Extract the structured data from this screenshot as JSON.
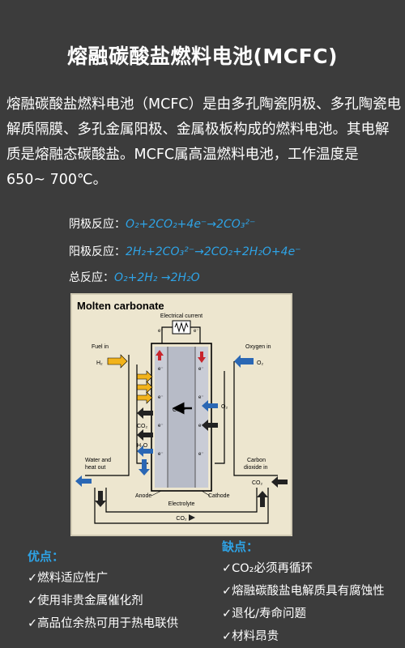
{
  "title": "熔融碳酸盐燃料电池(MCFC)",
  "intro": "熔融碳酸盐燃料电池（MCFC）是由多孔陶瓷阴极、多孔陶瓷电解质隔膜、多孔金属阳极、金属极板构成的燃料电池。其电解质是熔融态碳酸盐。MCFC属高温燃料电池，工作温度是 650~ 700℃。",
  "reactions": {
    "cathode_label": "阴极反应：",
    "cathode_eq": "O₂+2CO₂+4e⁻→2CO₃²⁻",
    "anode_label": "阳极反应：",
    "anode_eq": "2H₂+2CO₃²⁻→2CO₂+2H₂O+4e⁻",
    "total_label": "总反应：",
    "total_eq": "O₂+2H₂ →2H₂O"
  },
  "figure": {
    "title": "Molten carbonate",
    "electrical_current": "Electrical current",
    "fuel_in": "Fuel in",
    "h2": "H₂",
    "oxygen_in": "Oxygen in",
    "o2": "O₂",
    "o2_inner": "O₂",
    "co3": "CO₃²⁻",
    "co2_left": "CO₂",
    "h2o": "H₂O",
    "water_heat_1": "Water and",
    "water_heat_2": "heat out",
    "carbon_dioxide_1": "Carbon",
    "carbon_dioxide_2": "dioxide in",
    "co2_right": "CO₂",
    "anode": "Anode",
    "cathode": "Cathode",
    "electrolyte": "Electrolyte",
    "co2_bottom": "CO₂",
    "electron": "e⁻"
  },
  "advantages": {
    "title": "优点：",
    "items": [
      "✓燃料适应性广",
      "✓使用非贵金属催化剂",
      "✓高品位余热可用于热电联供"
    ]
  },
  "disadvantages": {
    "title": "缺点：",
    "items": [
      "✓CO₂必须再循环",
      "✓熔融碳酸盐电解质具有腐蚀性",
      "✓退化/寿命问题",
      "✓材料昂贵"
    ]
  },
  "colors": {
    "background": "#3c3c3c",
    "accent_blue": "#2ea3e6",
    "arrow_yellow": "#f2b31b",
    "arrow_red": "#c8242b",
    "arrow_blue": "#2a67b4",
    "panel": "#ede6cf"
  }
}
